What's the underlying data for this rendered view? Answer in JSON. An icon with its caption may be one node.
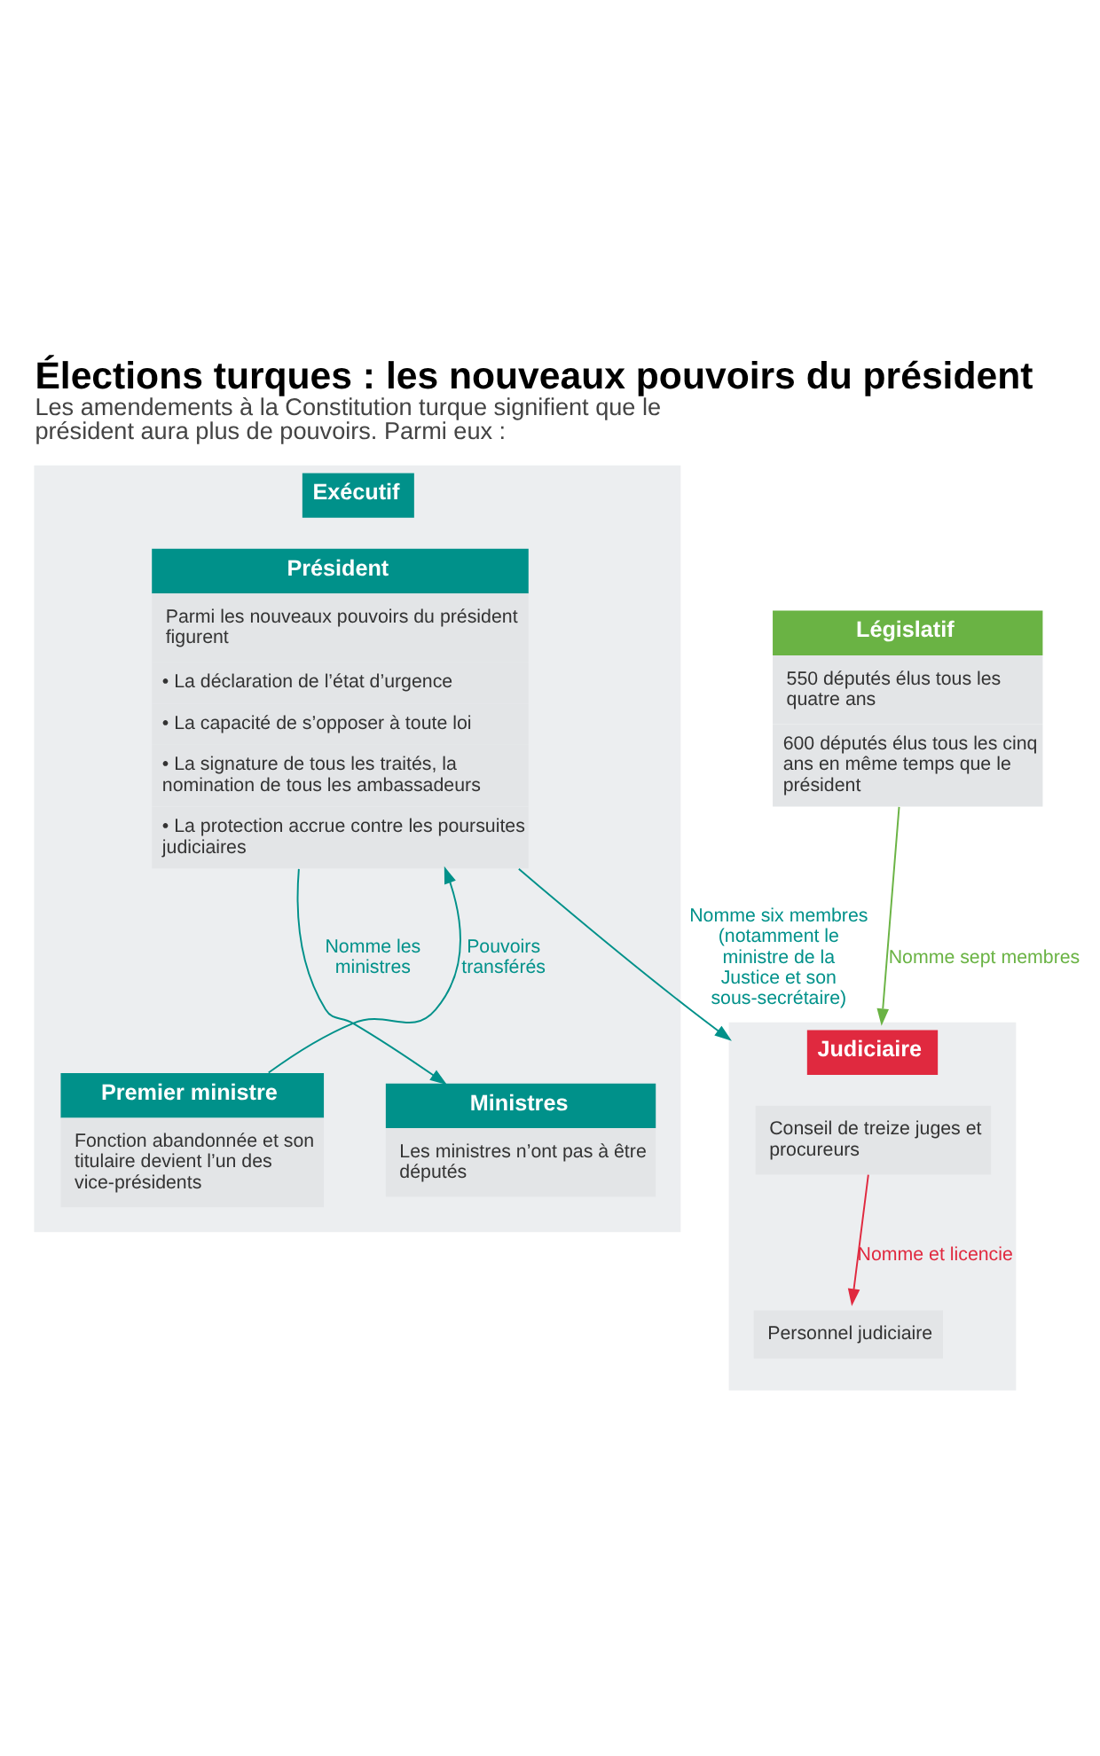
{
  "diagram": {
    "title": "Élections turques : les nouveaux pouvoirs du président",
    "caption": "Les amendements à la Constitution turque signifient que le président aura plus de pouvoirs. Parmi eux :",
    "nodes": [
      {
        "text": [
          "Exécutif"
        ]
      },
      {
        "text": [
          "Président",
          "Parmi les nouveaux pouvoirs du président figurent",
          "• La déclaration de l’état d’urgence",
          "• La capacité de s’opposer à toute loi",
          "• La signature de tous les traités, la nomination de tous les ambassadeurs",
          "• La protection accrue contre les poursuites judiciaires"
        ],
        "in": 0
      },
      {
        "text": [
          "Premier ministre",
          "Fonction abandonnée et son titulaire devient l’un des vice-présidents"
        ],
        "in": 0
      },
      {
        "text": [
          "Ministres",
          "Les ministres n’ont pas à être députés"
        ],
        "in": 0
      },
      {
        "text": [
          "Judiciaire"
        ]
      },
      {
        "text": [
          "Conseil de treize juges et procureurs"
        ],
        "in": 4
      },
      {
        "text": [
          "Personnel judiciaire"
        ],
        "in": 4
      },
      {
        "text": [
          "Législatif",
          "550 députés élus tous les quatre ans",
          "600 députés élus tous les cinq ans en même temps que le président"
        ]
      }
    ],
    "edges": [
      {
        "from": 2,
        "to": 1,
        "arrow": "to",
        "label": "Pouvoirs transférés"
      },
      {
        "from": 1,
        "to": 3,
        "arrow": "to",
        "label": "Nomme les ministres"
      },
      {
        "from": 1,
        "to": 4,
        "arrow": "to",
        "label": "Nomme six membres (notamment le ministre de la Justice et son sous-secrétaire)"
      },
      {
        "from": 7,
        "to": 4,
        "arrow": "to",
        "label": "Nomme sept membres",
        "color": "#6ab344"
      },
      {
        "from": 5,
        "to": 6,
        "arrow": "to",
        "label": "Nomme et licencie",
        "color": "#e0293f"
      }
    ]
  }
}
